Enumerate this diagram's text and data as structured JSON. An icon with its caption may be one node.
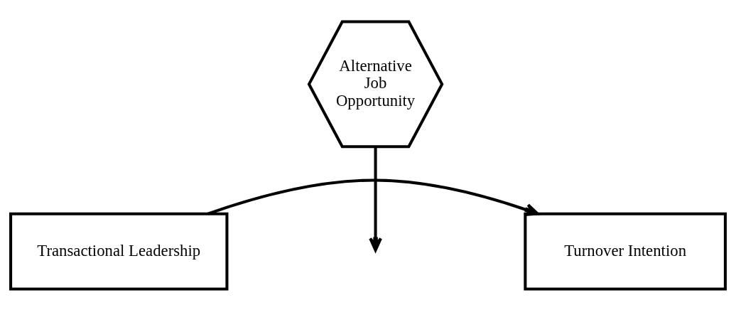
{
  "diagram": {
    "nodes": [
      {
        "text": [
          "Transactional Leadership"
        ]
      },
      {
        "text": [
          "Turnover Intention"
        ]
      },
      {
        "text": [
          "Alternative Job Opportunity"
        ]
      }
    ],
    "edges": [
      {
        "from": 0,
        "to": 1,
        "arrow": "to"
      },
      {
        "from": 2,
        "to": null,
        "arrow": "to"
      }
    ]
  }
}
